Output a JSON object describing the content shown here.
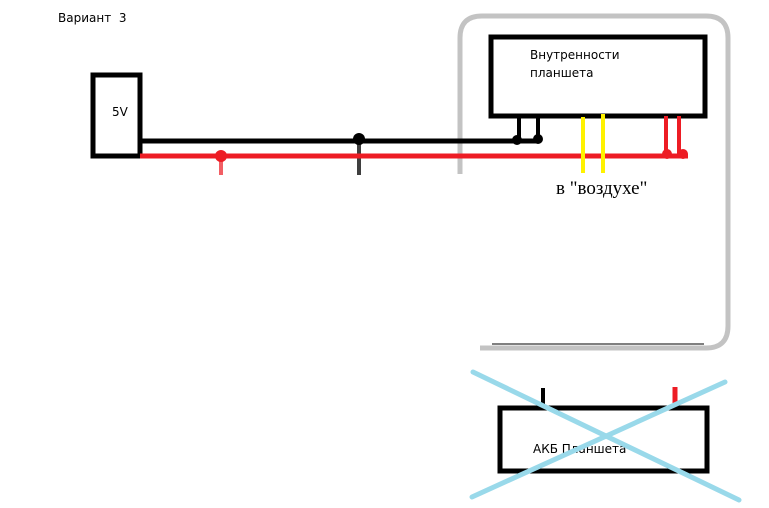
{
  "title": "Вариант  3",
  "power_source": {
    "label": "5V"
  },
  "tablet_internals": {
    "label_line1": "Внутренности",
    "label_line2": "планшета"
  },
  "air_note": "в \"воздухе\"",
  "battery": {
    "label": "АКБ Планшета",
    "crossed_out": true
  },
  "colors": {
    "wire_negative": "#000000",
    "wire_positive": "#ed1c24",
    "wire_floating": "#fff200",
    "tablet_outline": "#c3c3c3",
    "cross": "#99d9ea"
  }
}
